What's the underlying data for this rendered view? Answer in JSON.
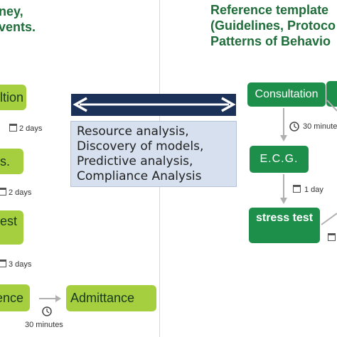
{
  "left_panel": {
    "heading_lines": [
      "ney,",
      "vents."
    ],
    "steps": [
      {
        "label": "ltion"
      },
      {
        "label": "s."
      },
      {
        "label": "est"
      },
      {
        "label": "ence"
      }
    ],
    "durations": [
      "2 days",
      "2 days",
      "3 days",
      "30 minutes"
    ],
    "final_step": {
      "label": "Admittance"
    }
  },
  "center": {
    "analysis_lines": [
      "Resource analysis,",
      "Discovery of models,",
      "Predictive analysis,",
      "Compliance Analysis"
    ]
  },
  "right_panel": {
    "heading_lines": [
      "Reference template",
      "(Guidelines, Protoco",
      "Patterns of Behavio"
    ],
    "steps": [
      {
        "label": "Consultation"
      },
      {
        "label": "E.C.G."
      },
      {
        "label": "stress test"
      }
    ],
    "durations": [
      "30 minute",
      "1 day"
    ]
  },
  "colors": {
    "left_box": "#a6cf3f",
    "right_box": "#1e8f4b",
    "heading": "#1f6e3a",
    "band": "#1c3158",
    "analysis_bg": "#d6e0ef"
  }
}
